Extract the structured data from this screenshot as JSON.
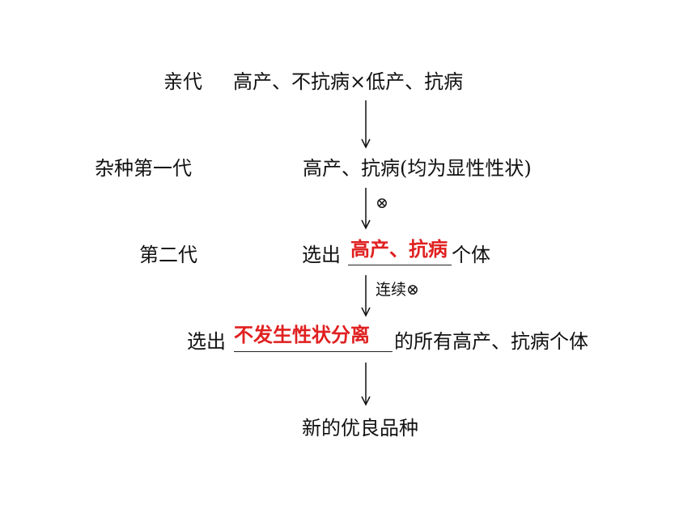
{
  "rows": {
    "parent": {
      "label": "亲代",
      "content": "高产、不抗病×低产、抗病"
    },
    "f1": {
      "label": "杂种第一代",
      "content": "高产、抗病(均为显性性状)"
    },
    "f2": {
      "label": "第二代",
      "prefix": "选出",
      "answer": "高产、抗病",
      "suffix": "个体"
    },
    "select": {
      "prefix": "选出",
      "answer": "不发生性状分离",
      "suffix": "的所有高产、抗病个体"
    },
    "result": {
      "content": "新的优良品种"
    }
  },
  "arrows": {
    "a2_symbol": "⊗",
    "a3_label": "连续⊗"
  },
  "colors": {
    "answer": "#e02020"
  }
}
